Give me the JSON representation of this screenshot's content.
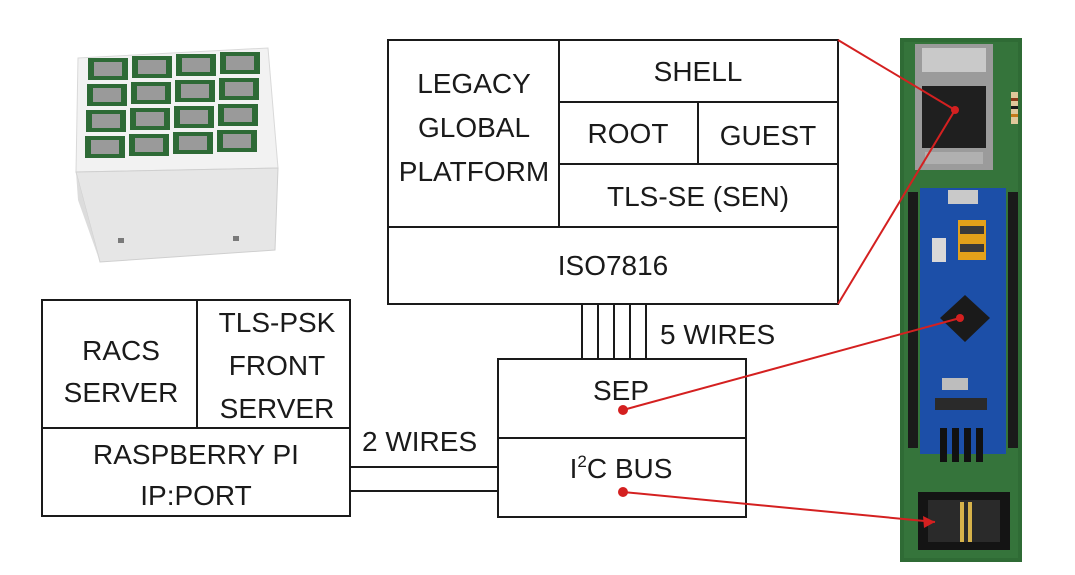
{
  "software_stack": {
    "legacy": [
      "LEGACY",
      "GLOBAL",
      "PLATFORM"
    ],
    "shell": "SHELL",
    "root": "ROOT",
    "guest": "GUEST",
    "tls_se": "TLS-SE (SEN)",
    "iso": "ISO7816"
  },
  "server": {
    "racs": [
      "RACS",
      "SERVER"
    ],
    "tls_psk": [
      "TLS-PSK",
      "FRONT",
      "SERVER"
    ],
    "raspberry_line1": "RASPBERRY PI",
    "raspberry_line2": "IP:PORT"
  },
  "sep_box": {
    "sep": "SEP",
    "i2c_prefix": "I",
    "i2c_sup": "2",
    "i2c_suffix": "C BUS"
  },
  "wires": {
    "five": "5 WIRES",
    "two": "2 WIRES"
  },
  "colors": {
    "line": "#1a1a1a",
    "pointer": "#d42020",
    "pcb_green": "#2f6b35",
    "mcu_blue": "#1c4fa8"
  },
  "photos": {
    "rack_photo": "white-enclosure-with-16-secure-element-cards",
    "board_photo": "green-pcb-with-sim-socket-stm32-board-and-i2c-connector"
  }
}
